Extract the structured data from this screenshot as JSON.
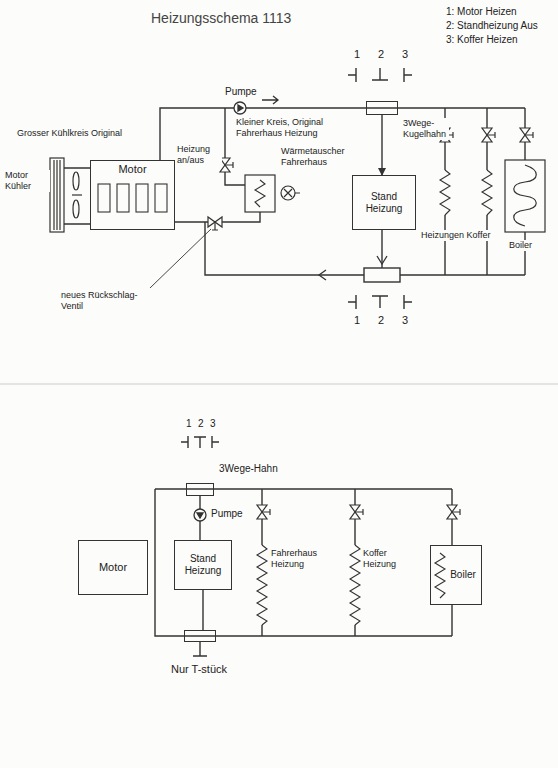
{
  "diagram": {
    "title": "Heizungsschema 1113",
    "nodes": [
      {
        "text": [
          "Motor"
        ]
      },
      {
        "text": [
          "3Wege-Kugelhahn"
        ]
      },
      {
        "text": [
          "Stand Heizung"
        ]
      },
      {
        "text": [
          "Motor"
        ]
      },
      {
        "text": [
          "3Wege-Hahn"
        ]
      },
      {
        "text": [
          "Stand Heizung"
        ]
      },
      {
        "text": [
          "Nur T-stück"
        ]
      },
      {
        "text": [
          "Boiler"
        ]
      }
    ],
    "edges": [
      {
        "from": 1,
        "to": 2,
        "arrow": "to"
      },
      {
        "from": 4,
        "to": 5,
        "arrow": "none"
      },
      {
        "from": 5,
        "to": 6,
        "arrow": "none"
      }
    ],
    "labels": [
      "1: Motor Heizen",
      "2: Standheizung Aus",
      "3: Koffer Heizen",
      "1",
      "2",
      "3",
      "Pumpe",
      "Grosser Kühlkreis Original",
      "Motor Kühler",
      "Kleiner Kreis, Original Fahrerhaus Heizung",
      "Heizung an/aus",
      "Wärmetauscher Fahrerhaus",
      "neues Rückschlag-Ventil",
      "Heizungen Koffer",
      "Boiler",
      "1",
      "2",
      "3",
      "1",
      "2",
      "3",
      "Pumpe",
      "Fahrerhaus Heizung",
      "Koffer Heizung"
    ]
  }
}
